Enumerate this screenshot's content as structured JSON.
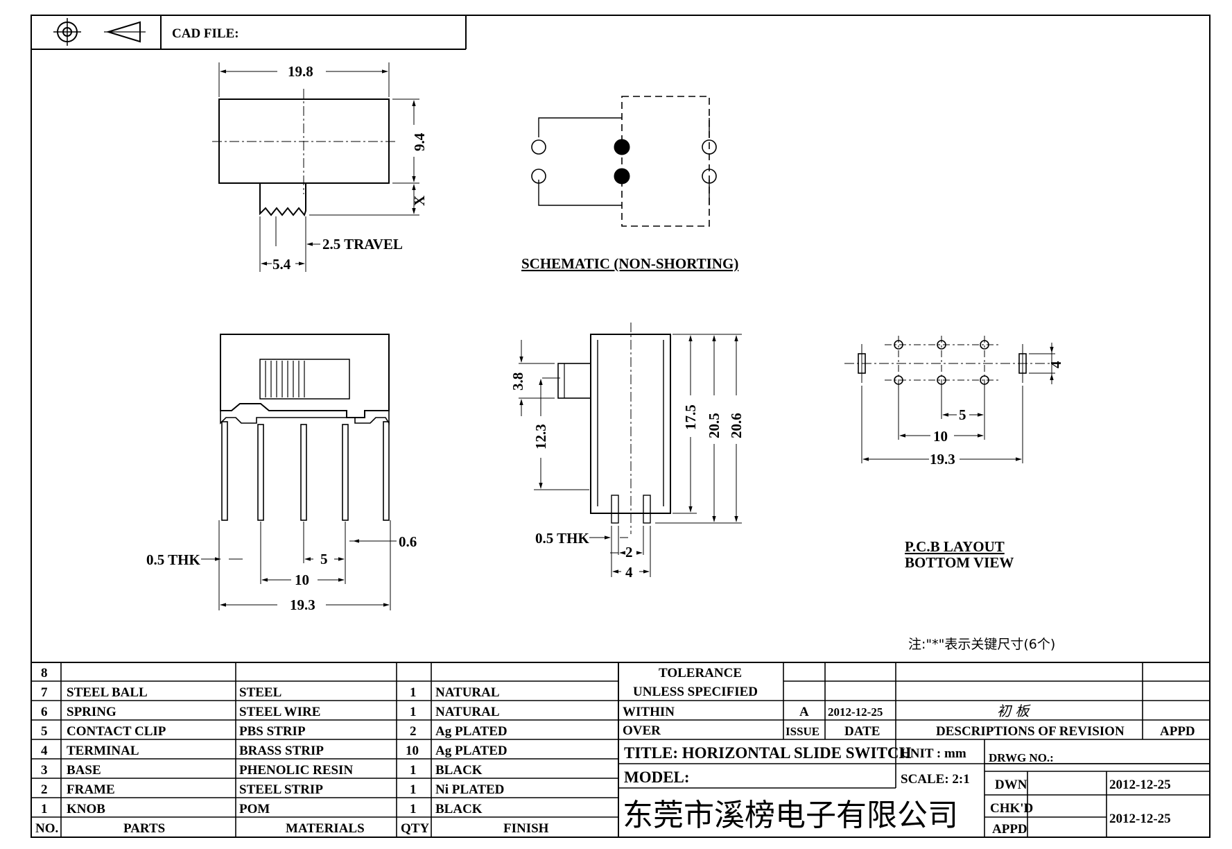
{
  "header": {
    "cad_file_label": "CAD FILE:"
  },
  "dimensions": {
    "top_width": "19.8",
    "top_height": "9.4",
    "top_x": "X",
    "knob_width": "5.4",
    "travel": "2.5 TRAVEL",
    "front_thk": "0.5 THK",
    "front_pitch": "5",
    "front_span": "10",
    "front_total": "19.3",
    "front_pin": "0.6",
    "side_knob": "3.8",
    "side_h1": "12.3",
    "side_h2": "17.5",
    "side_h3": "20.5",
    "side_h4": "20.6",
    "side_thk": "0.5 THK",
    "side_pitch": "2",
    "side_total": "4",
    "pcb_height": "4",
    "pcb_pitch": "5",
    "pcb_span": "10",
    "pcb_total": "19.3"
  },
  "labels": {
    "schematic": "SCHEMATIC (NON-SHORTING)",
    "pcb_layout": "P.C.B LAYOUT",
    "bottom_view": "BOTTOM VIEW",
    "note": "注:\"*\"表示关键尺寸(6个)"
  },
  "bom": {
    "rows": [
      {
        "no": "8",
        "part": "",
        "material": "",
        "qty": "",
        "finish": ""
      },
      {
        "no": "7",
        "part": "STEEL BALL",
        "material": "STEEL",
        "qty": "1",
        "finish": "NATURAL"
      },
      {
        "no": "6",
        "part": "SPRING",
        "material": "STEEL WIRE",
        "qty": "1",
        "finish": "NATURAL"
      },
      {
        "no": "5",
        "part": "CONTACT CLIP",
        "material": "PBS STRIP",
        "qty": "2",
        "finish": "Ag PLATED"
      },
      {
        "no": "4",
        "part": "TERMINAL",
        "material": "BRASS STRIP",
        "qty": "10",
        "finish": "Ag PLATED"
      },
      {
        "no": "3",
        "part": "BASE",
        "material": "PHENOLIC RESIN",
        "qty": "1",
        "finish": "BLACK"
      },
      {
        "no": "2",
        "part": "FRAME",
        "material": "STEEL STRIP",
        "qty": "1",
        "finish": "Ni PLATED"
      },
      {
        "no": "1",
        "part": "KNOB",
        "material": "POM",
        "qty": "1",
        "finish": "BLACK"
      }
    ],
    "headers": {
      "no": "NO.",
      "part": "PARTS",
      "material": "MATERIALS",
      "qty": "QTY",
      "finish": "FINISH"
    }
  },
  "title_block": {
    "tolerance": "TOLERANCE",
    "unless": "UNLESS  SPECIFIED",
    "within": "WITHIN",
    "over": "OVER",
    "issue_val": "A",
    "date_val": "2012-12-25",
    "issue": "ISSUE",
    "date": "DATE",
    "revision_desc": "初 板",
    "descriptions": "DESCRIPTIONS OF REVISION",
    "appd_col": "APPD",
    "title": "TITLE: HORIZONTAL SLIDE SWITCH",
    "unit": "UNIT : mm",
    "drwg_no": "DRWG NO.:",
    "model": "MODEL:",
    "scale": "SCALE: 2:1",
    "dwn": "DWN",
    "dwn_date": "2012-12-25",
    "company": "东莞市溪榜电子有限公司",
    "chkd": "CHK'D",
    "appd": "APPD",
    "chk_date": "2012-12-25"
  },
  "colors": {
    "ink": "#000000",
    "paper": "#ffffff"
  }
}
